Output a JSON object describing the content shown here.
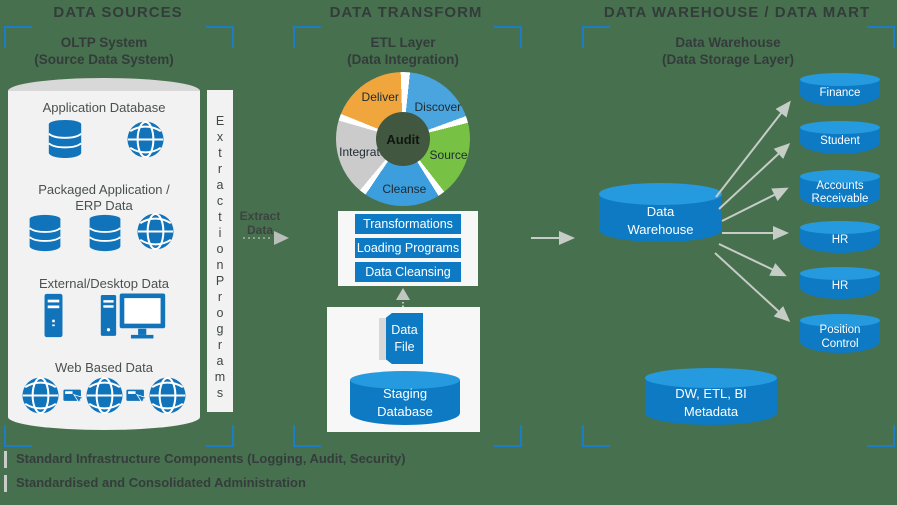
{
  "headers": {
    "sources": "DATA SOURCES",
    "transform": "DATA TRANSFORM",
    "warehouse": "DATA WAREHOUSE / DATA MART"
  },
  "sources": {
    "title1": "OLTP System",
    "title2": "(Source Data System)",
    "group1_label": "Application Database",
    "group2_label1": "Packaged Application /",
    "group2_label2": "ERP Data",
    "group3_label": "External/Desktop Data",
    "group4_label": "Web Based Data",
    "extraction_word1": "Extraction",
    "extraction_word2": "Programs",
    "extract_label1": "Extract",
    "extract_label2": "Data"
  },
  "transform": {
    "title1": "ETL Layer",
    "title2": "(Data Integration)",
    "cycle_center": "Audit",
    "cycle_segments": {
      "discover": "Discover",
      "source": "Source",
      "cleanse": "Cleanse",
      "integrate": "Integrate",
      "deliver": "Deliver"
    },
    "box1": "Transformations",
    "box2": "Loading Programs",
    "box3": "Data Cleansing",
    "file_label1": "Data",
    "file_label2": "File",
    "staging1": "Staging",
    "staging2": "Database"
  },
  "warehouse": {
    "title1": "Data Warehouse",
    "title2": "(Data Storage Layer)",
    "main1": "Data",
    "main2": "Warehouse",
    "marts": [
      {
        "label": "Finance"
      },
      {
        "label": "Student"
      },
      {
        "label": "Accounts Receivable"
      },
      {
        "label": "HR"
      },
      {
        "label": "HR"
      },
      {
        "label": "Position Control"
      }
    ],
    "metadata1": "DW, ETL, BI",
    "metadata2": "Metadata"
  },
  "footer": {
    "line1": "Standard Infrastructure Components (Logging, Audit, Security)",
    "line2": "Standardised  and Consolidated Administration"
  },
  "colors": {
    "background": "#47714e",
    "bracket": "#1d7dc4",
    "blue": "#0d7ac3",
    "blue_top": "#269ade",
    "icon_blue": "#1173ba",
    "header_text": "#333b3b",
    "label_text": "#49514f",
    "orange": "#f0a63c",
    "seg_blue1": "#4aa4de",
    "seg_blue2": "#3d9edd",
    "seg_green": "#77c144",
    "seg_gray": "#cbcbcb",
    "audit": "#42573f",
    "arrow_gray": "#c6ccc6",
    "panel_white": "#f7f7f7",
    "cylinder_gray": "#f2f2f2",
    "cylinder_gray_top": "#d8d8d8"
  }
}
